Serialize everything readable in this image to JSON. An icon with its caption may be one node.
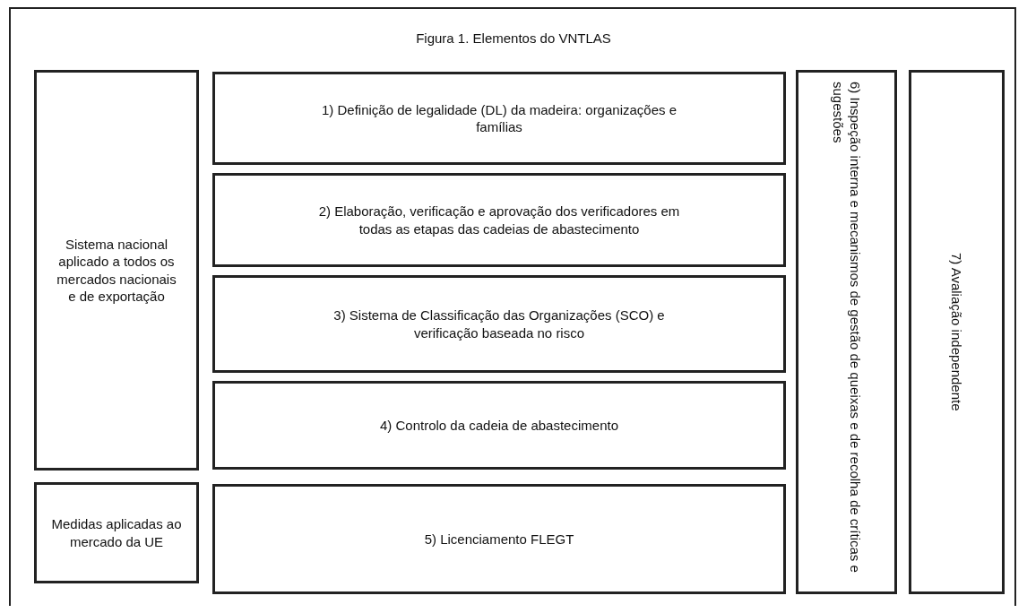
{
  "diagram": {
    "title": "Figura 1. Elementos do VNTLAS",
    "nodes": [
      {
        "text": [
          "Sistema nacional aplicado a todos os mercados nacionais e de exportação"
        ]
      },
      {
        "text": [
          "Medidas aplicadas ao mercado da UE"
        ]
      },
      {
        "text": [
          "1) Definição de legalidade (DL) da madeira: organizações e famílias"
        ]
      },
      {
        "text": [
          "2) Elaboração, verificação e aprovação dos verificadores em todas as etapas das cadeias de abastecimento"
        ]
      },
      {
        "text": [
          "3) Sistema de Classificação das Organizações (SCO) e verificação baseada no risco"
        ]
      },
      {
        "text": [
          "4) Controlo da cadeia de abastecimento"
        ]
      },
      {
        "text": [
          "5) Licenciamento FLEGT"
        ]
      },
      {
        "text": [
          "6) Inspeção interna e mecanismos de gestão de queixas e de recolha de críticas e sugestões"
        ]
      },
      {
        "text": [
          "7) Avaliação independente"
        ]
      }
    ]
  }
}
